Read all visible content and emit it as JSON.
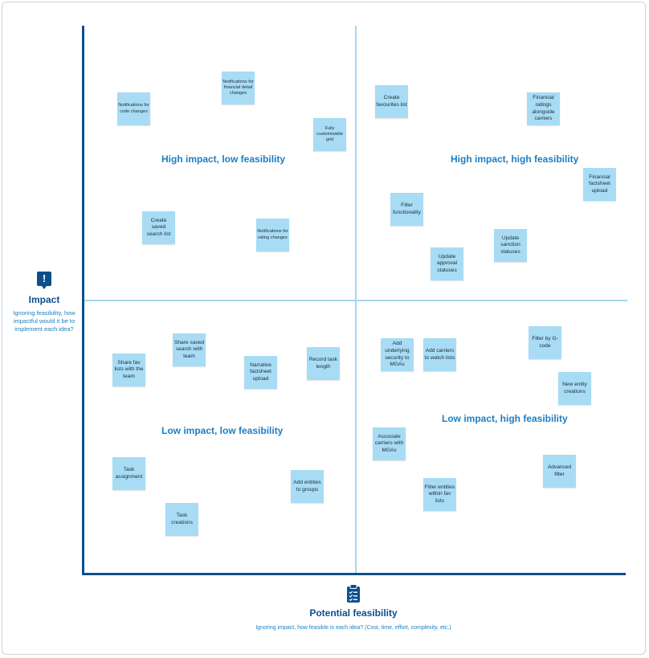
{
  "axes": {
    "impact": {
      "icon": "exclamation-icon",
      "title": "Impact",
      "subtitle": "Ignoring feasibility, how impactful would it be to implement each idea?"
    },
    "feasibility": {
      "icon": "clipboard-checklist-icon",
      "title": "Potential feasibility",
      "subtitle": "Ignoring impact, how feasible is each idea? (Cost, time, effort, complexity, etc.)"
    }
  },
  "quadrants": {
    "high_low": "High impact, low feasibility",
    "high_high": "High impact, high feasibility",
    "low_low": "Low impact, low feasibility",
    "low_high": "Low impact, high feasibility"
  },
  "notes": {
    "high_low": [
      "Notifications for code changes",
      "Notifications for financial detail changes",
      "Fully customisable grid",
      "Create saved search list",
      "Notifications for rating changes"
    ],
    "high_high": [
      "Create favourites list",
      "Financial ratings alongside carriers",
      "Financial factsheet upload",
      "Filter functionality",
      "Update sanction statuses",
      "Update approval statuses"
    ],
    "low_low": [
      "Share saved search with team",
      "Share fav lists with the team",
      "Narrative factsheet upload",
      "Record task length",
      "Task assignment",
      "Add entities to groups",
      "Task creations"
    ],
    "low_high": [
      "Add underlying security to MGAs",
      "Add carriers to watch lists",
      "Filter by G-code",
      "New entity creations",
      "Associate carriers with MGAs",
      "Advanced filter",
      "Filter entities within fav lists"
    ]
  },
  "colors": {
    "axis": "#0d4f8b",
    "divider": "#a7d6f2",
    "quadrant_label": "#1b7fc4",
    "sticky_note": "#a8dcf5"
  }
}
